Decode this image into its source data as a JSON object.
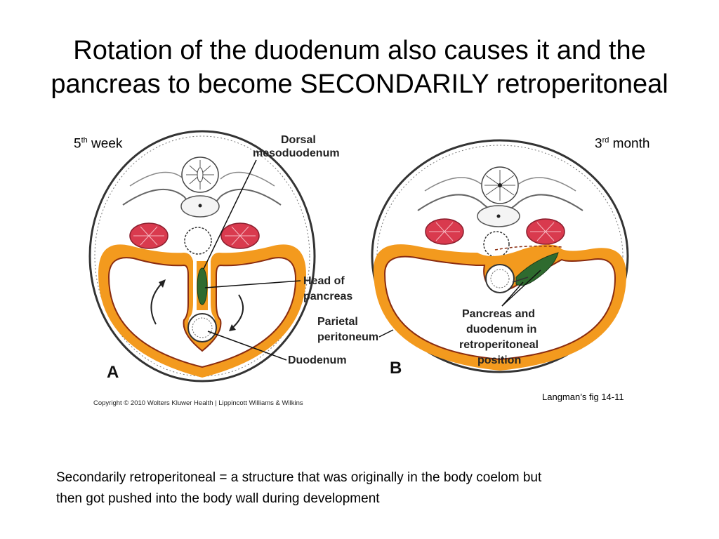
{
  "slide": {
    "title_line1": "Rotation of the duodenum also causes it and the",
    "title_line2": "pancreas to become SECONDARILY retroperitoneal",
    "left_stage": {
      "num": "5",
      "sup": "th",
      "rest": "week"
    },
    "right_stage": {
      "num": "3",
      "sup": "rd",
      "rest": "month"
    },
    "figure_labels": {
      "dorsal_1": "Dorsal",
      "dorsal_2": "mesoduodenum",
      "head_1": "Head of",
      "head_2": "pancreas",
      "parietal_1": "Parietal",
      "parietal_2": "peritoneum",
      "duodenum": "Duodenum",
      "pd_1": "Pancreas and",
      "pd_2": "duodenum in",
      "pd_3": "retroperitoneal",
      "pd_4": "position",
      "panel_a": "A",
      "panel_b": "B"
    },
    "copyright": "Copyright © 2010 Wolters Kluwer Health | Lippincott Williams & Wilkins",
    "figure_ref": "Langman’s fig 14-11",
    "definition_line1": "Secondarily retroperitoneal = a structure that was originally in the body coelom but",
    "definition_line2": "then got pushed into the body wall during development",
    "colors": {
      "peritoneum": "#f39a1e",
      "membrane": "#8a2c10",
      "kidney": "#d93a4e",
      "pancreas": "#2f6b2f"
    }
  }
}
